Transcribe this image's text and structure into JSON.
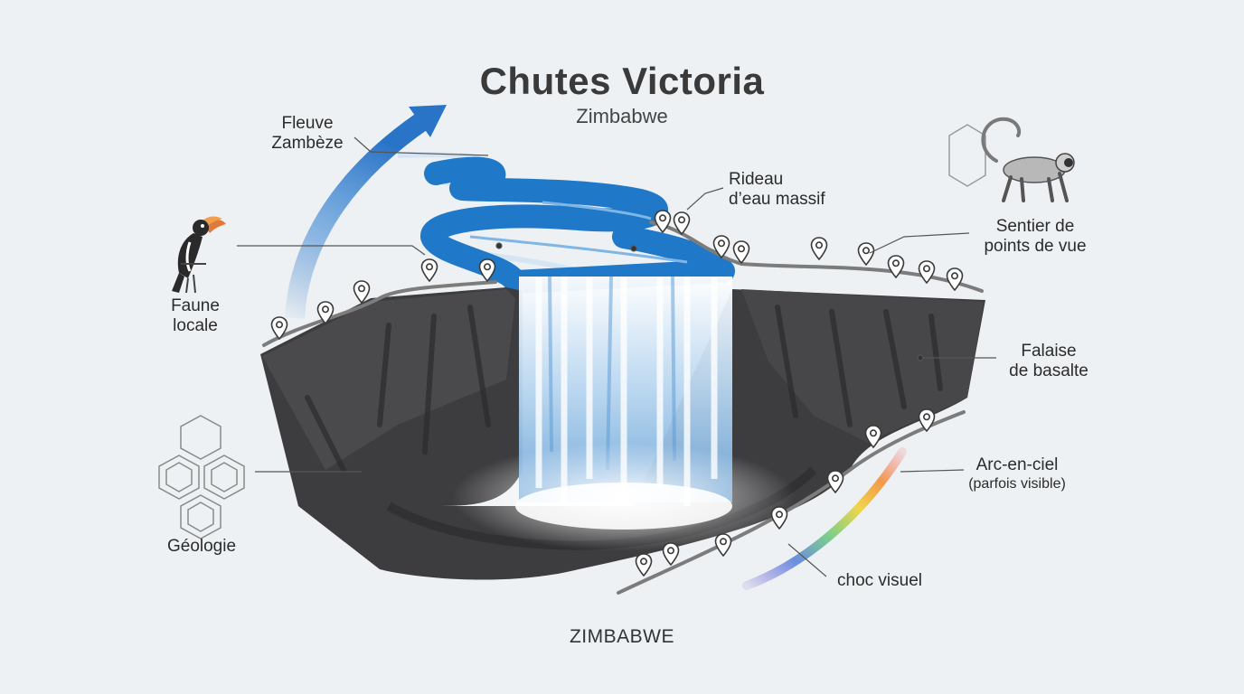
{
  "diagram": {
    "title": "Chutes Victoria",
    "subtitle": "Zimbabwe",
    "footer": "ZIMBABWE",
    "labels": {
      "river_line1": "Fleuve",
      "river_line2": "Zambèze",
      "curtain_line1": "Rideau",
      "curtain_line2": "d’eau massif",
      "trail_line1": "Sentier de",
      "trail_line2": "points de vue",
      "wildlife_line1": "Faune",
      "wildlife_line2": "locale",
      "cliff_line1": "Falaise",
      "cliff_line2": "de basalte",
      "geology": "Géologie",
      "rainbow_line1": "Arc-en-ciel",
      "rainbow_line2": "(parfois visible)",
      "impact": "choc visuel"
    },
    "icons": [
      "hornbill-icon",
      "monkey-icon",
      "hexagon-molecule-icon",
      "map-pin-icon",
      "flow-arrow-icon"
    ],
    "colors": {
      "background": "#eef1f3",
      "rock": "#3c3c3e",
      "water": "#1f78c8",
      "arrow": "#2a74c8",
      "trail": "#7c7c7c",
      "text": "#2b2b2b"
    }
  }
}
